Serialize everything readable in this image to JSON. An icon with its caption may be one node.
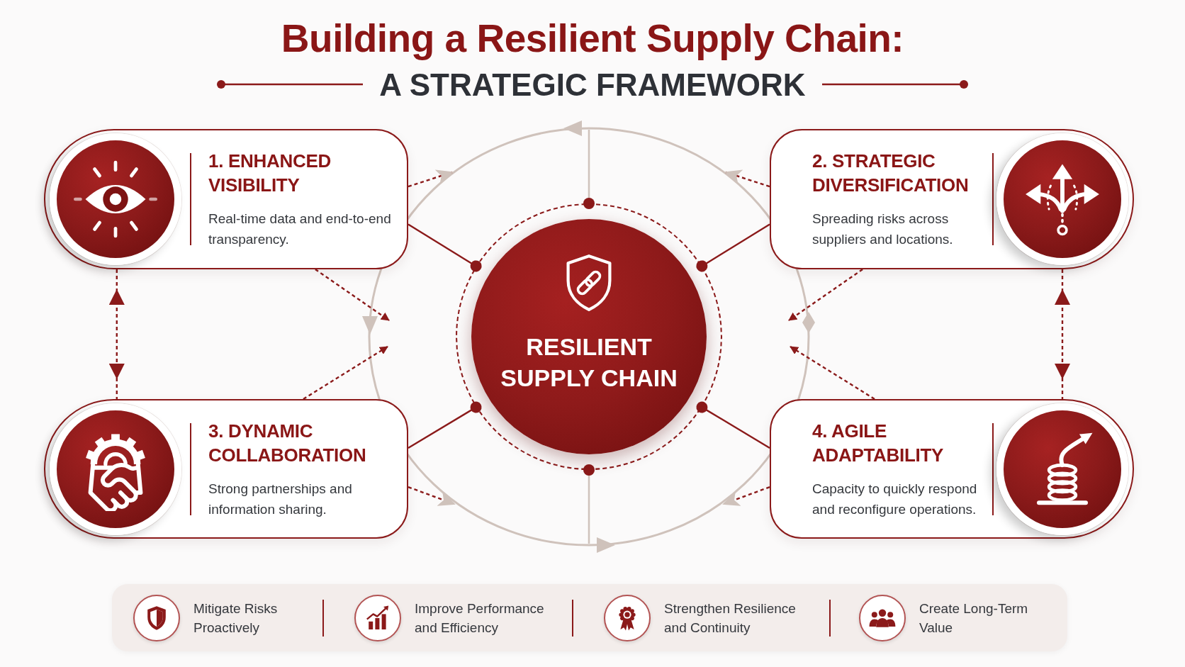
{
  "diagram": {
    "title": "Building a Resilient Supply Chain:",
    "nodes": [
      {
        "text": [
          "1. ENHANCED VISIBILITY",
          "Real-time data and end-to-end transparency."
        ]
      },
      {
        "text": [
          "2. STRATEGIC DIVERSIFICATION",
          "Spreading risks across suppliers and locations."
        ]
      },
      {
        "text": [
          "RESILIENT SUPPLY CHAIN"
        ]
      },
      {
        "text": [
          "3. DYNAMIC COLLABORATION",
          "Strong partnerships and information sharing."
        ]
      },
      {
        "text": [
          "4. AGILE ADAPTABILITY",
          "Capacity to quickly respond and reconfigure operations."
        ]
      }
    ],
    "edges": [
      {
        "from": 0,
        "to": 3,
        "arrow": "both",
        "style": "dashed"
      },
      {
        "from": 1,
        "to": 4,
        "arrow": "both",
        "style": "dashed"
      },
      {
        "from": 2,
        "to": 0,
        "arrow": "other"
      },
      {
        "from": 2,
        "to": 1,
        "arrow": "other"
      },
      {
        "from": 2,
        "to": 3,
        "arrow": "other"
      },
      {
        "from": 2,
        "to": 4,
        "arrow": "other"
      },
      {
        "from": 0,
        "to": null,
        "arrow": "to",
        "style": "dashed"
      },
      {
        "from": 0,
        "to": null,
        "arrow": "to",
        "style": "dashed"
      },
      {
        "from": 3,
        "to": null,
        "arrow": "to",
        "style": "dashed"
      },
      {
        "from": 3,
        "to": null,
        "arrow": "to",
        "style": "dashed"
      },
      {
        "from": 1,
        "to": null,
        "arrow": "to",
        "style": "dashed"
      },
      {
        "from": 1,
        "to": null,
        "arrow": "to",
        "style": "dashed"
      },
      {
        "from": 4,
        "to": null,
        "arrow": "to",
        "style": "dashed"
      },
      {
        "from": 4,
        "to": null,
        "arrow": "to",
        "style": "dashed"
      }
    ],
    "labels": [
      "A STRATEGIC FRAMEWORK",
      "Mitigate Risks Proactively",
      "Improve Performance and Efficiency",
      "Strengthen Resilience and Continuity",
      "Create Long-Term Value"
    ]
  }
}
